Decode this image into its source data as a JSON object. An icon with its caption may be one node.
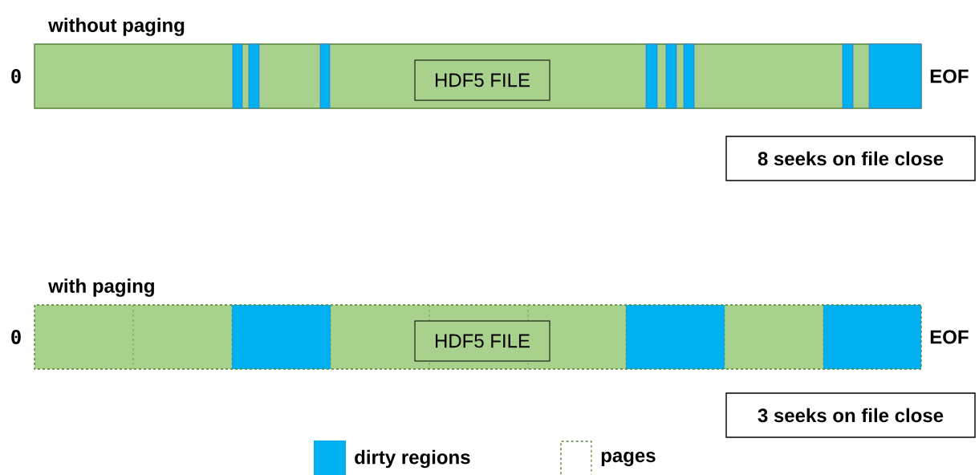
{
  "diagram": {
    "nodes": [
      {
        "text": [
          "without paging"
        ]
      },
      {
        "text": [
          "HDF5 FILE"
        ],
        "in": 0
      },
      {
        "text": [
          "8 seeks on file close"
        ]
      },
      {
        "text": [
          "with paging"
        ]
      },
      {
        "text": [
          "HDF5 FILE"
        ],
        "in": 3
      },
      {
        "text": [
          "3 seeks on file close"
        ]
      }
    ],
    "labels": [
      "0",
      "EOF",
      "0",
      "EOF"
    ],
    "legend": [
      {
        "text": "dirty regions",
        "color": "#00b0f0"
      },
      {
        "text": "pages"
      }
    ]
  }
}
